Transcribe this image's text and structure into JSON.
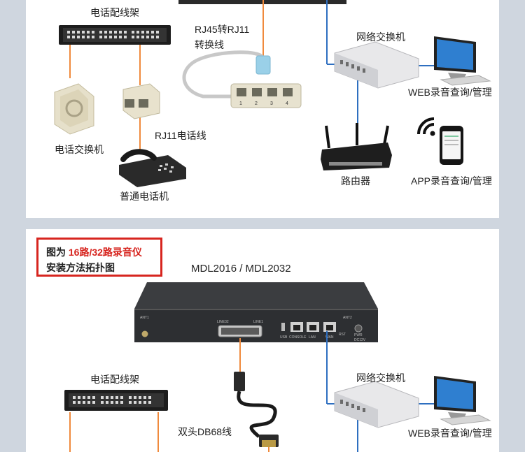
{
  "top": {
    "labels": {
      "patch_panel": "电话配线架",
      "adapter_cable": "RJ45转RJ11",
      "adapter_cable_2": "转换线",
      "network_switch": "网络交换机",
      "web_query": "WEB录音查询/管理",
      "pbx": "电话交换机",
      "rj11_cable": "RJ11电话线",
      "router": "路由器",
      "app_query": "APP录音查询/管理",
      "phone": "普通电话机"
    },
    "splitter_ports": [
      "1",
      "2",
      "3",
      "4"
    ]
  },
  "bottom": {
    "callout": {
      "prefix": "图为 ",
      "highlight": "16路/32路录音仪",
      "line2": "安装方法拓扑图"
    },
    "model": "MDL2016 / MDL2032",
    "device": {
      "ant1": "ANT1",
      "line32": "LINE32",
      "line1": "LINE1",
      "usb": "USB",
      "console": "CONSOLE",
      "lan": "LAN",
      "wan": "WAN",
      "ant2": "ANT2",
      "rst": "RST",
      "pwr": "PWR",
      "dc": "DC12V"
    },
    "labels": {
      "patch_panel": "电话配线架",
      "network_switch": "网络交换机",
      "db68": "双头DB68线",
      "web_query": "WEB录音查询/管理"
    }
  },
  "colors": {
    "orange_line": "#f08a3c",
    "blue_line": "#2e6fc0",
    "highlight": "#d7251f"
  }
}
